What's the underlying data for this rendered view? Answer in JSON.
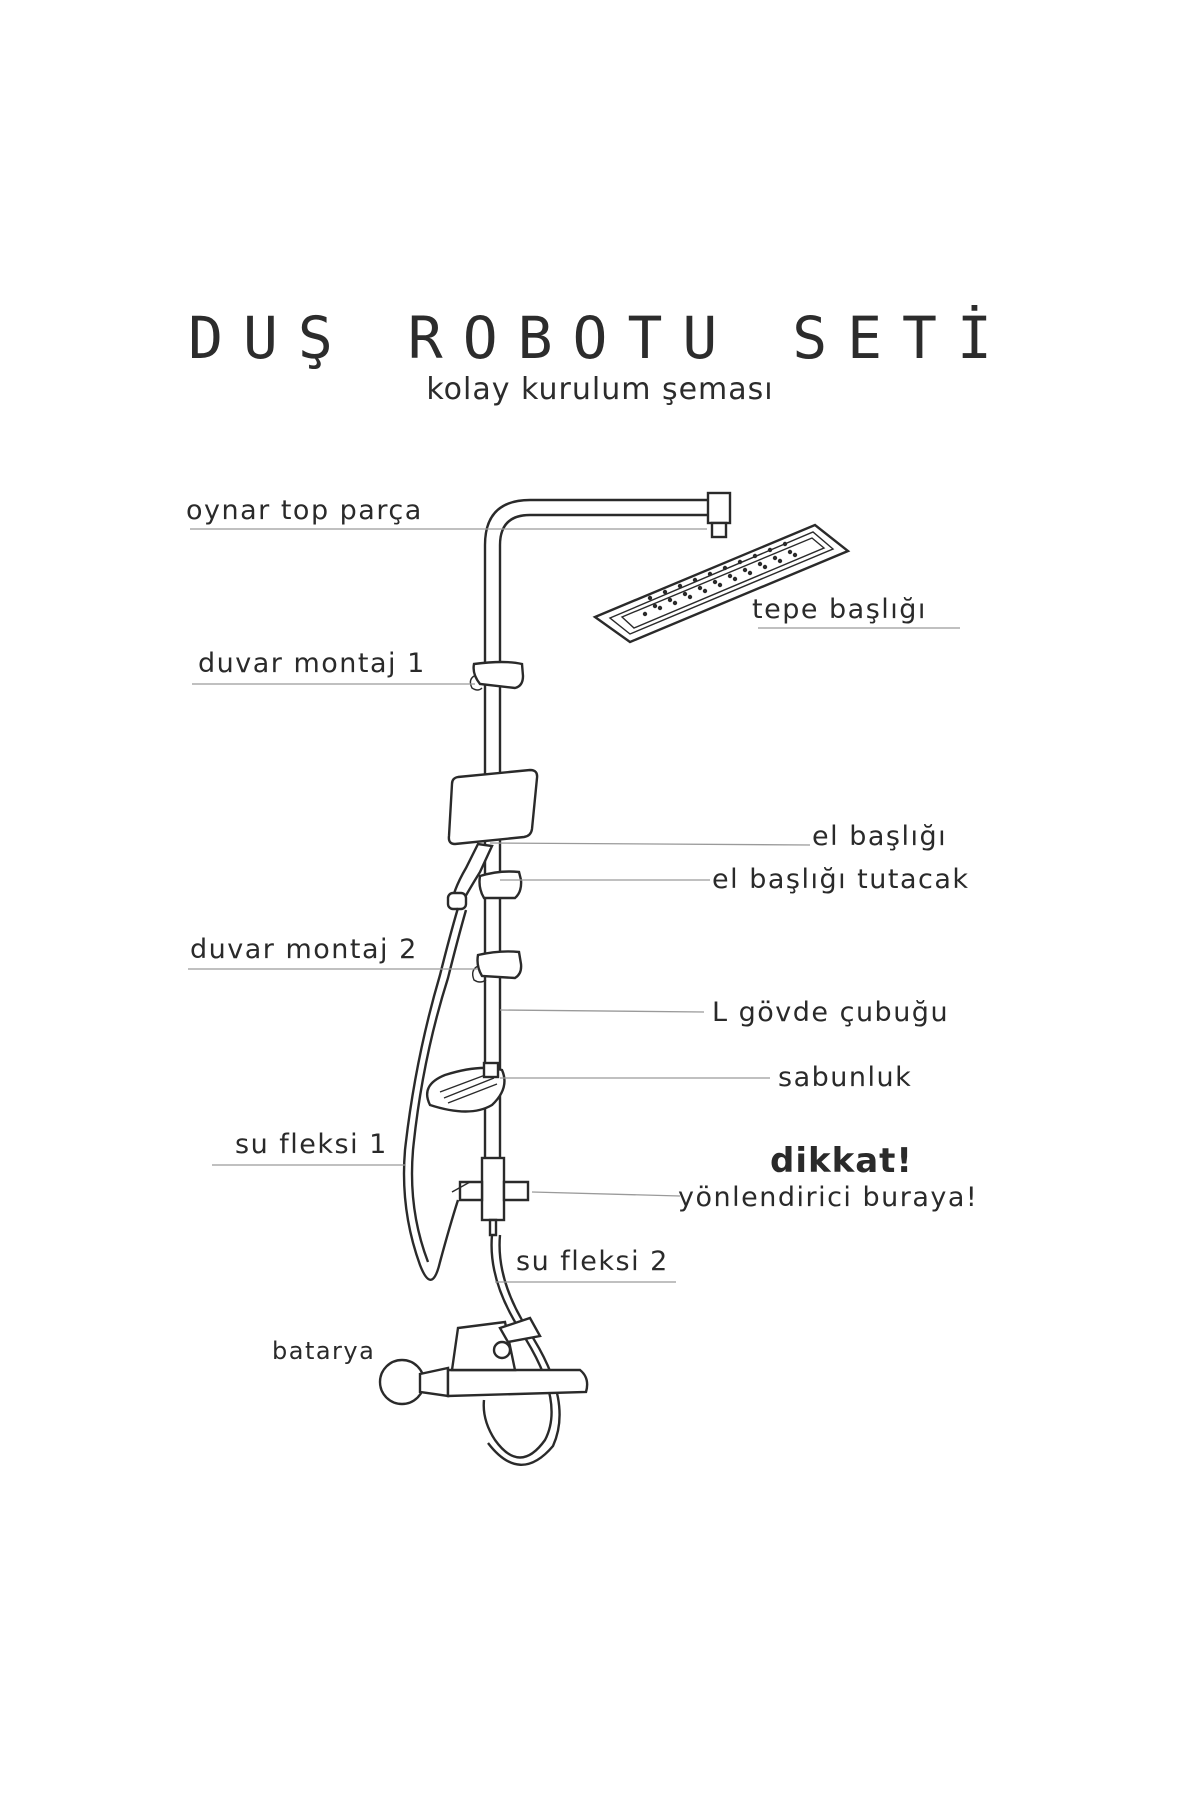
{
  "title": "DUŞ ROBOTU SETİ",
  "subtitle": "kolay kurulum şeması",
  "labels": {
    "oynar_top_parca": "oynar top parça",
    "tepe_basligi": "tepe başlığı",
    "duvar_montaj_1": "duvar montaj 1",
    "el_basligi": "el başlığı",
    "el_basligi_tutacak": "el başlığı tutacak",
    "duvar_montaj_2": "duvar montaj 2",
    "l_govde_cubugu": "L gövde çubuğu",
    "sabunluk": "sabunluk",
    "su_fleksi_1": "su fleksi 1",
    "dikkat": "dikkat!",
    "yonlendirici": "yönlendirici buraya!",
    "su_fleksi_2": "su fleksi 2",
    "batarya": "batarya"
  },
  "colors": {
    "ink": "#2a2a2a",
    "leader": "#9a9a9a",
    "background": "#ffffff"
  }
}
